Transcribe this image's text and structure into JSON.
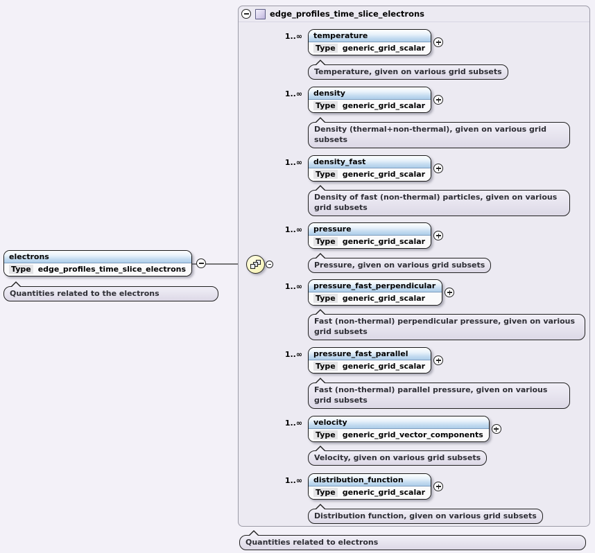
{
  "diagram": {
    "container": {
      "title": "edge_profiles_time_slice_electrons",
      "bottom_annotation": "Quantities related to electrons"
    },
    "root": {
      "name": "electrons",
      "type_label": "Type",
      "type_value": "edge_profiles_time_slice_electrons",
      "annotation": "Quantities related to the electrons"
    },
    "children": [
      {
        "cardinality": "1..∞",
        "name": "temperature",
        "type_label": "Type",
        "type_value": "generic_grid_scalar",
        "annotation": "Temperature, given on various grid subsets"
      },
      {
        "cardinality": "1..∞",
        "name": "density",
        "type_label": "Type",
        "type_value": "generic_grid_scalar",
        "annotation": "Density (thermal+non-thermal), given on various grid subsets"
      },
      {
        "cardinality": "1..∞",
        "name": "density_fast",
        "type_label": "Type",
        "type_value": "generic_grid_scalar",
        "annotation": "Density of fast (non-thermal) particles, given on various grid subsets"
      },
      {
        "cardinality": "1..∞",
        "name": "pressure",
        "type_label": "Type",
        "type_value": "generic_grid_scalar",
        "annotation": "Pressure, given on various grid subsets"
      },
      {
        "cardinality": "1..∞",
        "name": "pressure_fast_perpendicular",
        "type_label": "Type",
        "type_value": "generic_grid_scalar",
        "annotation": "Fast (non-thermal) perpendicular pressure, given on various grid subsets"
      },
      {
        "cardinality": "1..∞",
        "name": "pressure_fast_parallel",
        "type_label": "Type",
        "type_value": "generic_grid_scalar",
        "annotation": "Fast (non-thermal) parallel pressure, given on various grid subsets"
      },
      {
        "cardinality": "1..∞",
        "name": "velocity",
        "type_label": "Type",
        "type_value": "generic_grid_vector_components",
        "annotation": "Velocity, given on various grid subsets"
      },
      {
        "cardinality": "1..∞",
        "name": "distribution_function",
        "type_label": "Type",
        "type_value": "generic_grid_scalar",
        "annotation": "Distribution function, given on various grid subsets"
      }
    ],
    "colors": {
      "page_background": "#f3f1f8",
      "container_background": "#eceaf2",
      "element_header_blue": "#aecde9",
      "compositor_yellow": "#faf7c4",
      "annotation_fill": "#e6e3ee"
    }
  }
}
